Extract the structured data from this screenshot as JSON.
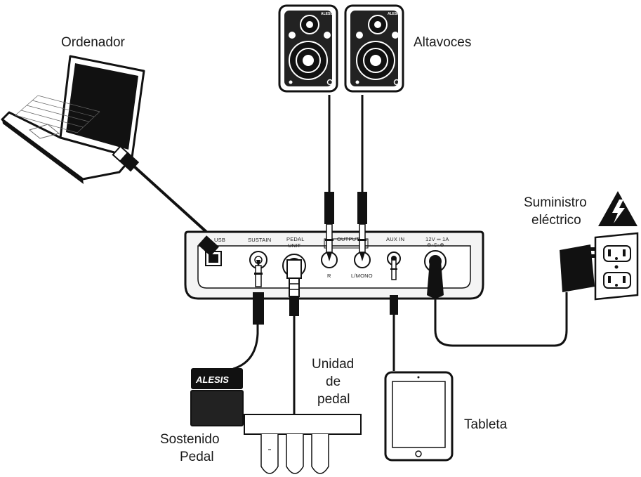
{
  "labels": {
    "computer": "Ordenador",
    "speakers": "Altavoces",
    "power_line1": "Suministro",
    "power_line2": "eléctrico",
    "pedal_unit_line1": "Unidad",
    "pedal_unit_line2": "de",
    "pedal_unit_line3": "pedal",
    "sustain_line1": "Sostenido",
    "sustain_line2": "Pedal",
    "tablet": "Tableta"
  },
  "ports": {
    "usb": "USB",
    "sustain": "SUSTAIN",
    "pedal_unit_line1": "PEDAL",
    "pedal_unit_line2": "UNIT",
    "outputs": "OUTPUTS",
    "out_r": "R",
    "out_l_mono": "L/MONO",
    "aux_in": "AUX IN",
    "power_rating": "12V ═ 1A"
  },
  "branding": {
    "pedal_logo": "ALESIS",
    "speaker_logo": "ALESIS"
  },
  "icons": {
    "warning": "lightning-warning-icon",
    "laptop": "laptop-icon",
    "speaker": "speaker-icon",
    "tablet": "tablet-icon",
    "outlet": "power-outlet-icon",
    "adapter": "power-adapter-icon"
  },
  "colors": {
    "ink": "#1a1a1a",
    "panel_fill": "#f2f2f2",
    "paper": "#ffffff"
  }
}
